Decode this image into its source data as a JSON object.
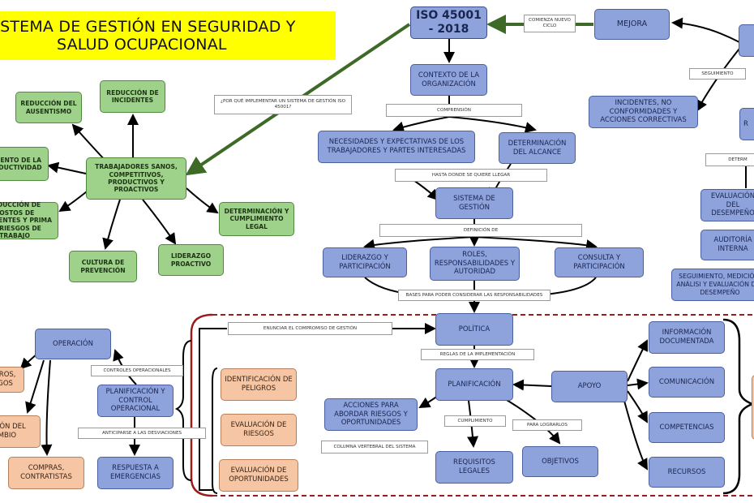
{
  "title": {
    "line1": "SISTEMA DE GESTIÓN EN SEGURIDAD Y",
    "line2": "SALUD OCUPACIONAL"
  },
  "nodes": {
    "iso": "ISO 45001 - 2018",
    "mejora": "MEJORA",
    "contexto": "CONTEXTO DE LA ORGANIZACIÓN",
    "necesidades": "NECESIDADES Y EXPECTATIVAS DE LOS TRABAJADORES Y PARTES INTERESADAS",
    "alcance": "DETERMINACIÓN DEL ALCANCE",
    "sistema": "SISTEMA DE GESTIÓN",
    "liderazgo": "LIDERAZGO Y PARTICIPACIÓN",
    "roles": "ROLES, RESPONSABILIDADES Y AUTORIDAD",
    "consulta": "CONSULTA Y PARTICIPACIÓN",
    "politica": "POLÍTICA",
    "planificacion": "PLANIFICACIÓN",
    "apoyo": "APOYO",
    "acciones": "ACCIONES PARA ABORDAR RIESGOS Y OPORTUNIDADES",
    "requisitos": "REQUISITOS LEGALES",
    "objetivos": "OBJETIVOS",
    "info_doc": "INFORMACIÓN DOCUMENTADA",
    "comunicacion": "COMUNICACIÓN",
    "competencias": "COMPETENCIAS",
    "recursos": "RECURSOS",
    "incidentes": "INCIDENTES, NO CONFORMIDADES Y ACCIONES CORRECTIVAS",
    "r_partial": "R",
    "evaluacion_desemp": "EVALUACIÓN DEL DESEMPEÑO",
    "auditoria": "AUDITORÍA INTERNA",
    "seguimiento_med": "SEGUIMIENTO, MEDICIÓN, ANÁLISI Y EVALUACIÓN DEL DESEMPEÑO",
    "operacion": "OPERACIÓN",
    "plan_control": "PLANIFICACIÓN Y CONTROL OPERACIONAL",
    "respuesta": "RESPUESTA A EMERGENCIAS",
    "peligros": "IDENTIFICACIÓN DE PELIGROS",
    "eval_riesgos": "EVALUACIÓN DE RIESGOS",
    "eval_oport": "EVALUACIÓN DE OPORTUNIDADES",
    "compras": "COMPRAS, CONTRATISTAS",
    "cambio": "GESTIÓN DEL CAMBIO",
    "peligros_left": "PELIGROS, RIESGOS",
    "trabajadores": "TRABAJADORES SANOS, COMPETITIVOS, PRODUCTIVOS Y PROACTIVOS",
    "ausentismo": "REDUCCIÓN DEL AUSENTISMO",
    "incidentes_red": "REDUCCIÓN DE INCIDENTES",
    "productividad": "AUMENTO DE LA PRODUCTIVIDAD",
    "costos": "REDUCCIÓN DE COSTOS DE ACCIDENTES Y PRIMA DE RIESGOS DE TRABAJO",
    "cultura": "CULTURA DE PREVENCIÓN",
    "liderazgo_proactivo": "LIDERAZGO PROACTIVO",
    "cumplimiento_legal": "DETERMINACIÓN Y CUMPLIMIENTO LEGAL"
  },
  "labels": {
    "comienza": "COMIENZA NUEVO CICLO",
    "seguimiento": "SEGUIMIENTO",
    "porque": "¿POR QUÉ IMPLEMENTAR UN SISTEMA DE GESTIÓN ISO 45001?",
    "comprension": "COMPRENSIÓN",
    "hasta_donde": "HASTA DONDE SE QUIERE LLEGAR",
    "definicion": "DEFINICIÓN DE",
    "bases": "BASES PARA PODER CONSIDERAR LAS RESPONSABILIDADES",
    "enunciar": "ENUNCIAR EL COMPROMISO DE GESTIÓN",
    "reglas": "REGLAS DE LA IMPLEMENTACIÓN",
    "cumplimiento": "CUMPLIMIENTO",
    "para_lograrlos": "PARA LOGRARLOS",
    "columna": "COLUMNA VERTEBRAL DEL SISTEMA",
    "controles": "CONTROLES OPERACIONALES",
    "anticiparse": "ANTICIPARSE A LAS DESVIACIONES",
    "determ_partial": "DETERM"
  },
  "colors": {
    "blue_fill": "#8ea3dc",
    "green_fill": "#9ed28b",
    "peach_fill": "#f6c5a4",
    "title_fill": "#ffff00",
    "dashed_red": "#9b1c1c",
    "arrow_green": "#3d6b27"
  }
}
